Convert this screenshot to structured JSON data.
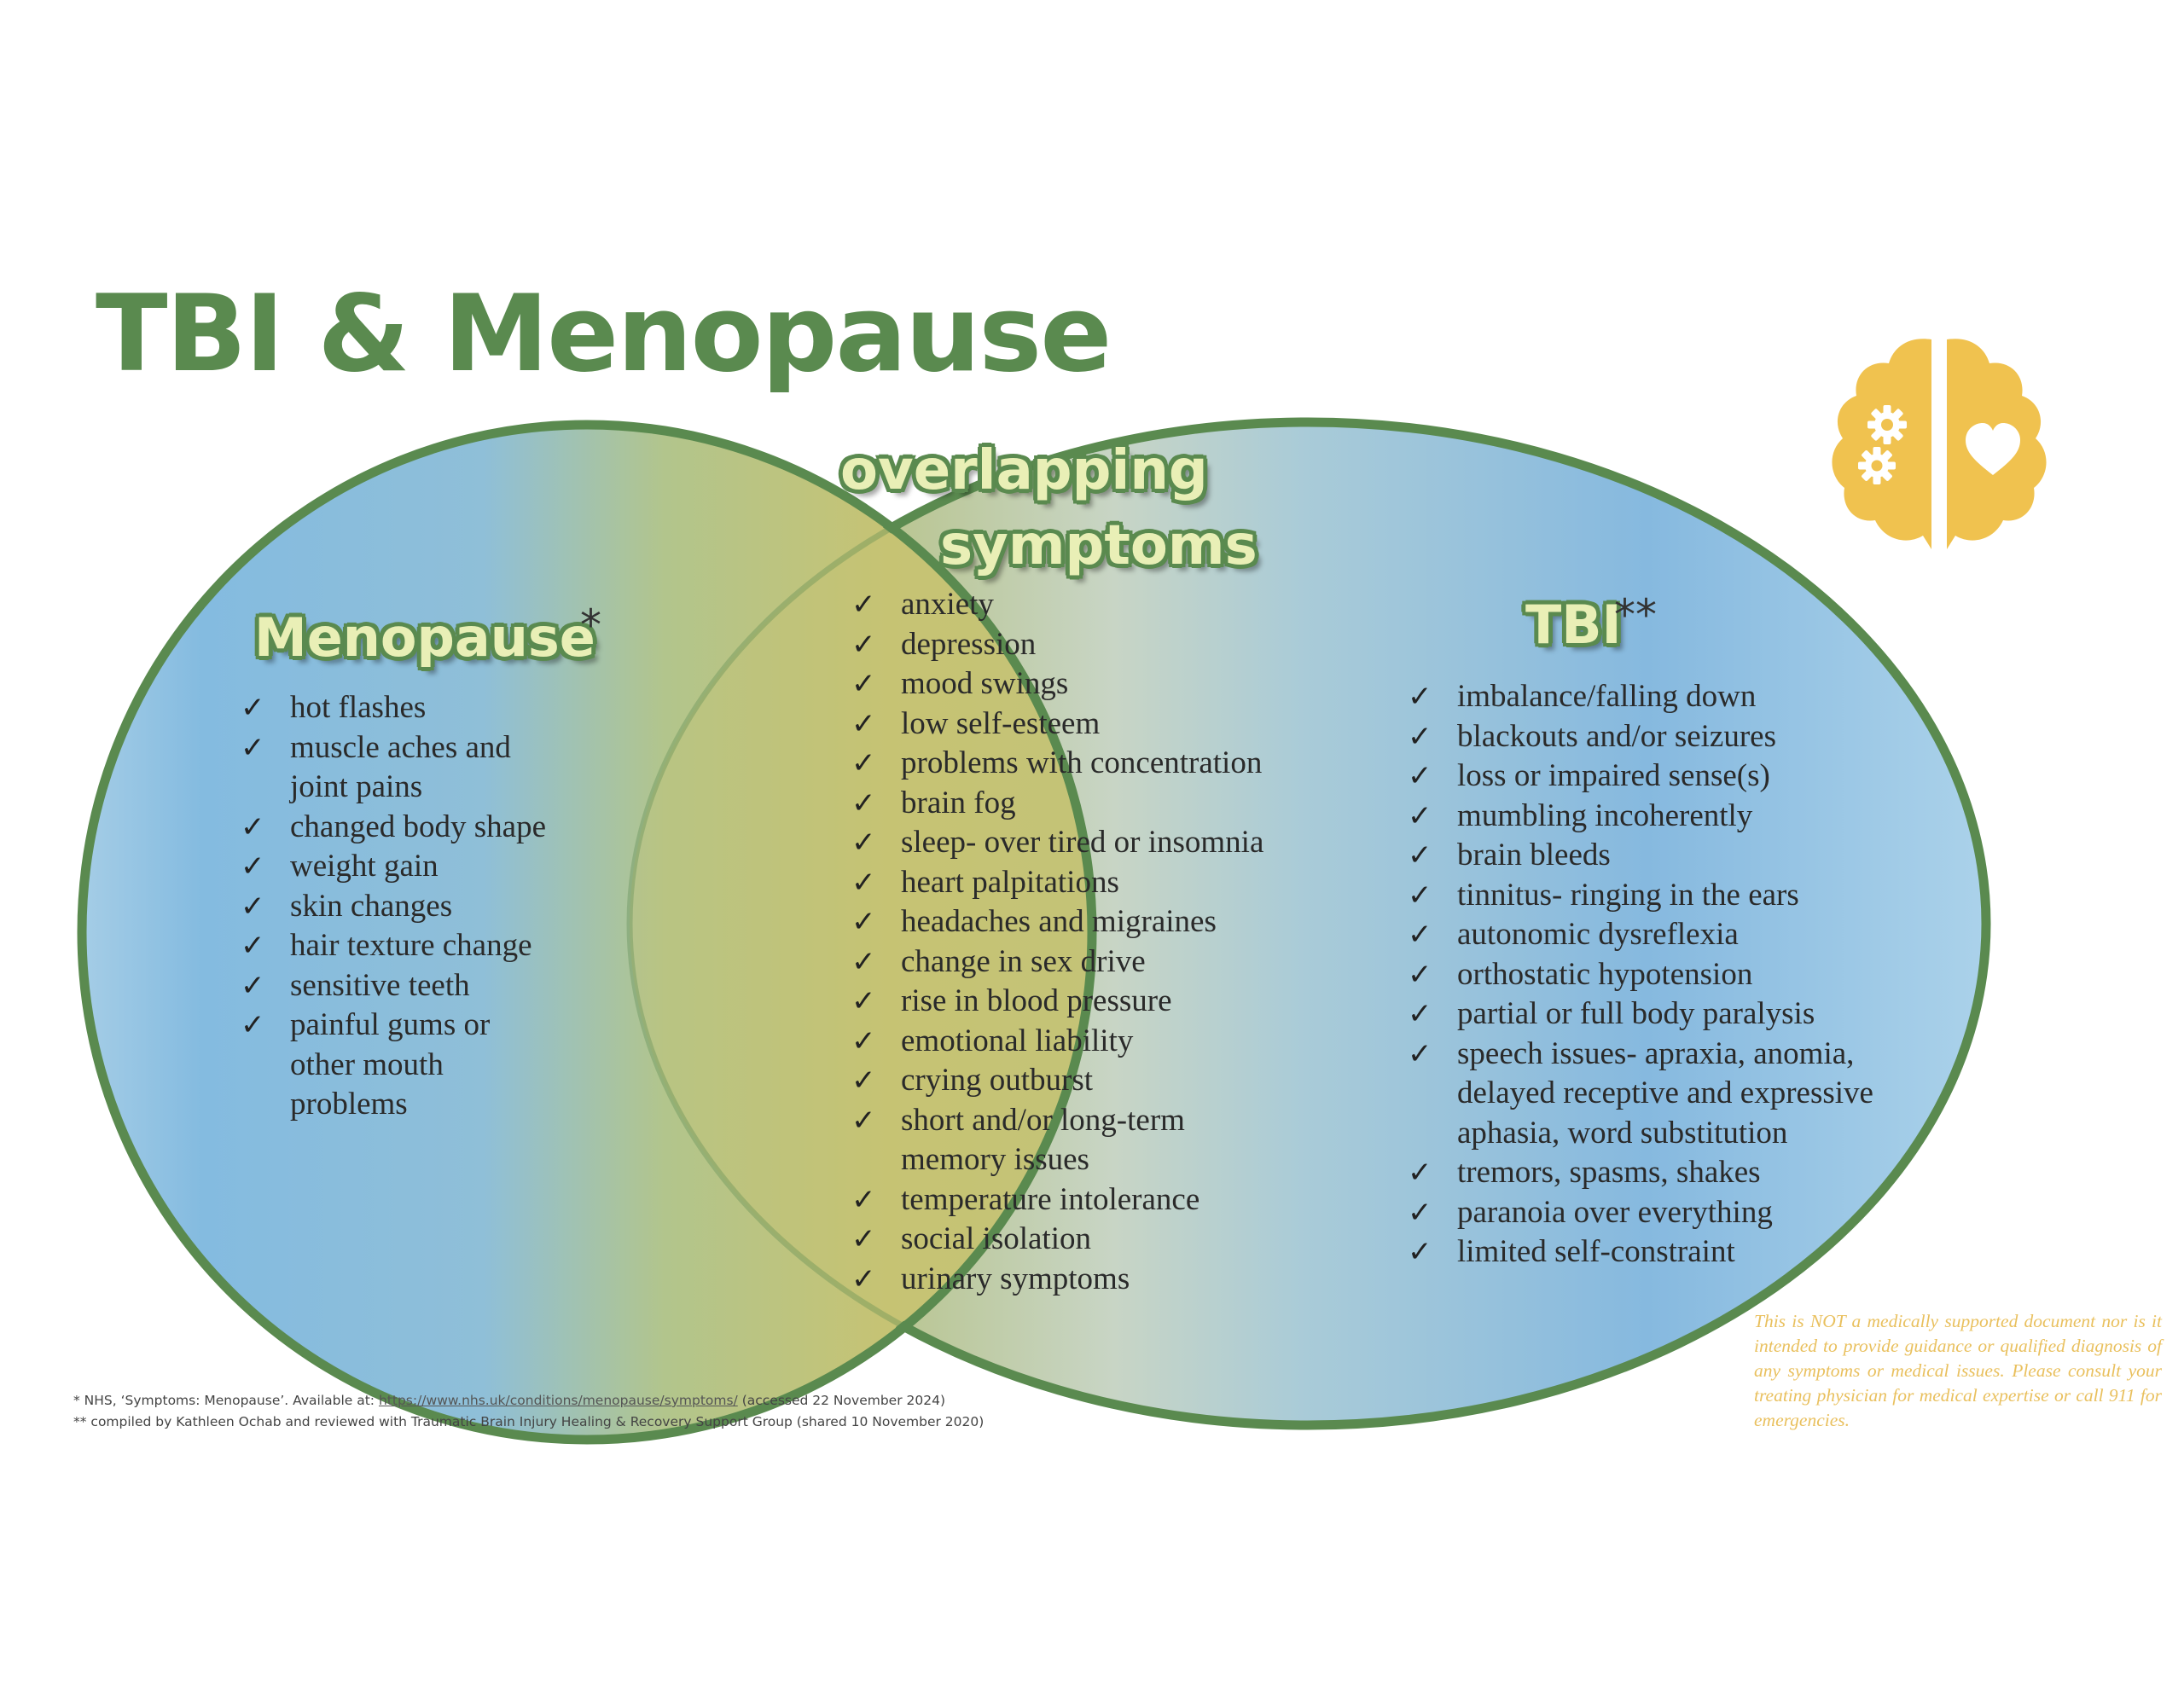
{
  "title": "TBI & Menopause",
  "overlap_heading": {
    "line1": "overlapping",
    "line2": "symptoms"
  },
  "menopause": {
    "heading": "Menopause",
    "marker": "*",
    "items": [
      "hot flashes",
      "muscle aches and\njoint pains",
      "changed body shape",
      "weight gain",
      "skin changes",
      "hair texture change",
      "sensitive teeth",
      "painful gums or\nother mouth\nproblems"
    ]
  },
  "overlap": {
    "items": [
      "anxiety",
      "depression",
      "mood swings",
      "low self-esteem",
      "problems with concentration",
      "brain fog",
      "sleep- over tired or insomnia",
      "heart palpitations",
      "headaches and migraines",
      "change in sex drive",
      "rise in blood pressure",
      "emotional liability",
      "crying outburst",
      "short and/or long-term\nmemory issues",
      "temperature intolerance",
      "social isolation",
      "urinary symptoms"
    ]
  },
  "tbi": {
    "heading": "TBI",
    "marker": "**",
    "items": [
      "imbalance/falling down",
      "blackouts and/or seizures",
      "loss or impaired sense(s)",
      "mumbling incoherently",
      "brain bleeds",
      "tinnitus- ringing in the ears",
      "autonomic dysreflexia",
      "orthostatic hypotension",
      "partial or full body paralysis",
      "speech issues- apraxia, anomia,\ndelayed receptive and expressive\naphasia, word substitution",
      "tremors, spasms, shakes",
      "paranoia over everything",
      "limited self-constraint"
    ]
  },
  "references": {
    "ref1_prefix": "* NHS, ‘Symptoms: Menopause’. Available at: ",
    "ref1_link": "https://www.nhs.uk/conditions/menopause/symptoms/",
    "ref1_suffix": " (accessed 22 November 2024)",
    "ref2": "** compiled by Kathleen Ochab and reviewed with Traumatic Brain Injury Healing & Recovery Support Group (shared 10 November 2020)"
  },
  "disclaimer": "This is NOT a medically supported document nor is it intended to provide guidance or qualified diagnosis of any symptoms or medical issues. Please consult your treating physician for medical expertise or call 911 for emergencies.",
  "colors": {
    "green": "#5a8a4f",
    "blue": "#85b8dc",
    "overlap_yellow": "#c5c374",
    "brain_yellow": "#f0c24f",
    "disclaimer": "#e9c05e"
  },
  "icons": {
    "brain": "brain-gears-heart-icon"
  }
}
